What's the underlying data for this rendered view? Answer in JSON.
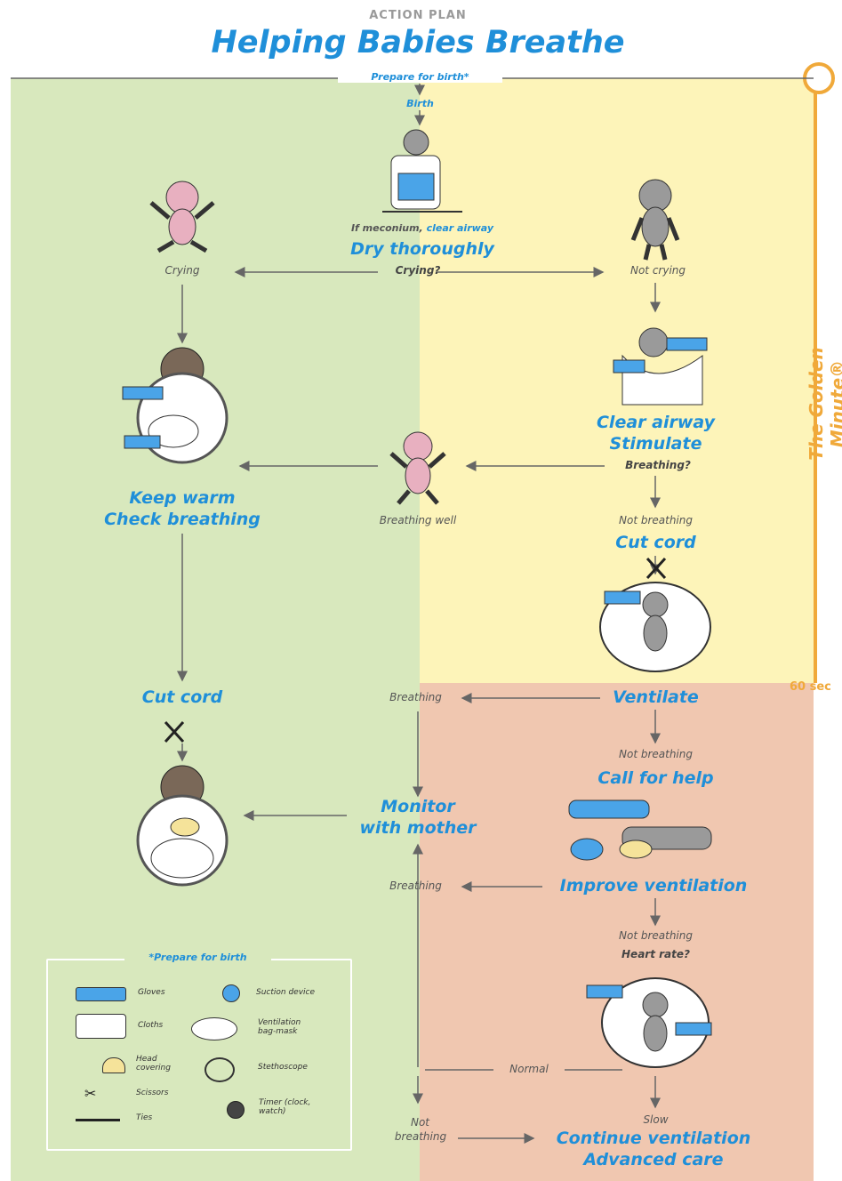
{
  "header": {
    "kicker": "ACTION PLAN",
    "title": "Helping Babies Breathe"
  },
  "timeline": {
    "label": "The Golden Minute®",
    "end_label": "60 sec"
  },
  "colors": {
    "green_zone": "#d8e8bd",
    "yellow_zone": "#fdf4b9",
    "red_zone": "#f0c7b0",
    "heading_blue": "#1f8fd9",
    "timeline_orange": "#f0a93a"
  },
  "steps": {
    "prepare": "Prepare for birth*",
    "birth": "Birth",
    "meconium_prefix": "If meconium,",
    "meconium_action": "clear airway",
    "dry": "Dry thoroughly",
    "crying_q": "Crying?",
    "crying": "Crying",
    "not_crying": "Not crying",
    "clear_airway": "Clear airway",
    "stimulate": "Stimulate",
    "breathing_q": "Breathing?",
    "breathing_well": "Breathing well",
    "keep_warm": "Keep warm",
    "check_breathing": "Check breathing",
    "not_breathing_1": "Not breathing",
    "cut_cord_right": "Cut cord",
    "ventilate": "Ventilate",
    "breathing_1": "Breathing",
    "cut_cord_left": "Cut cord",
    "not_breathing_2": "Not breathing",
    "call_help": "Call for help",
    "monitor_1": "Monitor",
    "monitor_2": "with mother",
    "breathing_2": "Breathing",
    "improve": "Improve ventilation",
    "not_breathing_3": "Not breathing",
    "heart_rate_q": "Heart rate?",
    "normal": "Normal",
    "slow": "Slow",
    "not_1": "Not",
    "not_2": "breathing",
    "continue": "Continue ventilation",
    "advanced": "Advanced care"
  },
  "legend": {
    "title": "*Prepare for birth",
    "items_left": [
      "Gloves",
      "Cloths",
      "Head covering",
      "Scissors",
      "Ties"
    ],
    "items_right": [
      "Suction device",
      "Ventilation bag-mask",
      "Stethoscope",
      "Timer (clock, watch)"
    ]
  }
}
